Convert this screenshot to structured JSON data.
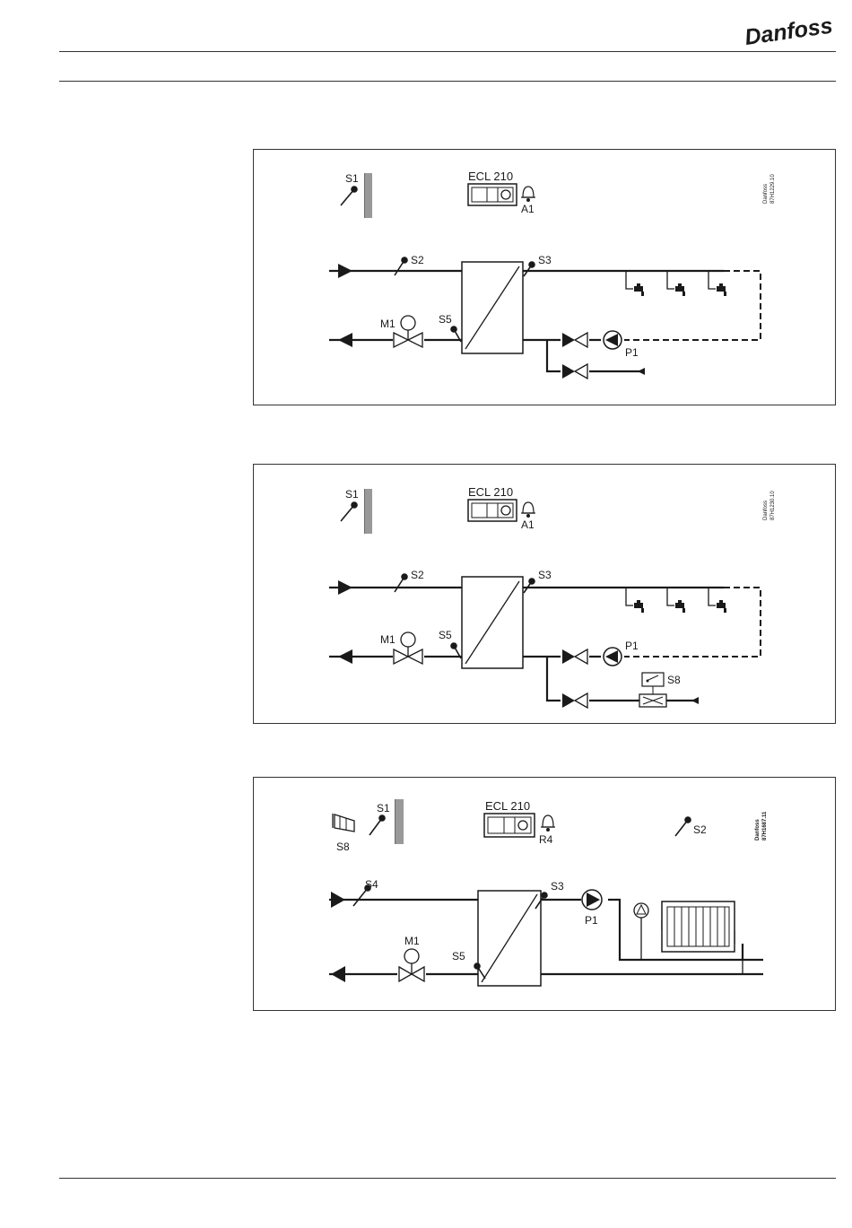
{
  "brand": {
    "name": "Danfoss",
    "color": "#e2000f"
  },
  "diagrams": [
    {
      "code": "87H1229.10",
      "labels": {
        "outdoor_sensor": "S1",
        "controller": "ECL 210",
        "alarm": "A1",
        "supply_sensor": "S2",
        "secondary_sensor": "S3",
        "return_sensor": "S5",
        "valve_motor": "M1",
        "pump": "P1"
      }
    },
    {
      "code": "87H1230.10",
      "labels": {
        "outdoor_sensor": "S1",
        "controller": "ECL 210",
        "alarm": "A1",
        "supply_sensor": "S2",
        "secondary_sensor": "S3",
        "return_sensor": "S5",
        "valve_motor": "M1",
        "pump": "P1",
        "flow_switch": "S8"
      }
    },
    {
      "code": "87H1687.11",
      "labels": {
        "wind_sensor": "S8",
        "outdoor_sensor": "S1",
        "controller": "ECL 210",
        "alarm_relay": "R4",
        "room_sensor": "S2",
        "supply_sensor": "S4",
        "secondary_sensor": "S3",
        "return_sensor": "S5",
        "valve_motor": "M1",
        "pump": "P1"
      }
    }
  ]
}
